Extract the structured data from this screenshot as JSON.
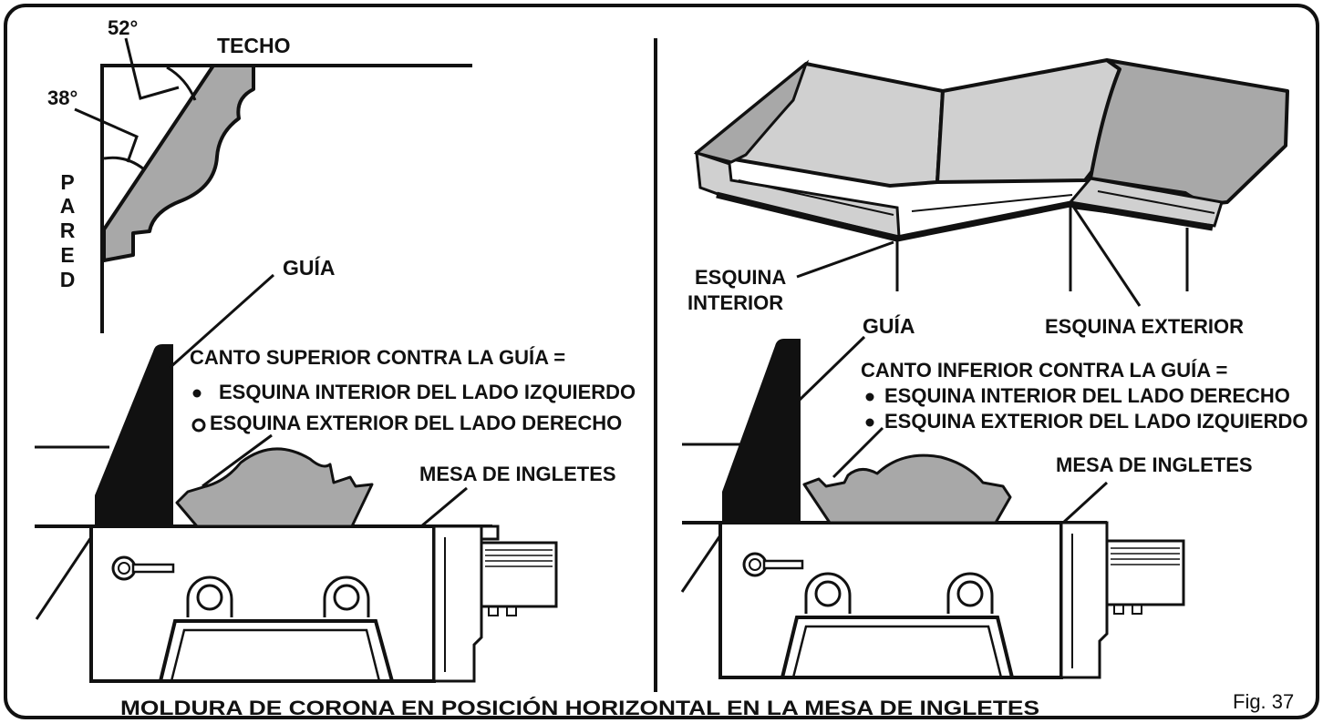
{
  "left": {
    "angle_top": "52°",
    "angle_side": "38°",
    "ceiling": "TECHO",
    "wall_letters": [
      "P",
      "A",
      "R",
      "E",
      "D"
    ],
    "fence": "GUÍA",
    "heading": "CANTO SUPERIOR CONTRA LA GUÍA =",
    "item1": "ESQUINA INTERIOR DEL LADO IZQUIERDO",
    "item2": "ESQUINA EXTERIOR DEL LADO DERECHO",
    "table": "MESA DE INGLETES"
  },
  "right": {
    "inside_corner_1": "ESQUINA",
    "inside_corner_2": "INTERIOR",
    "outside_corner": "ESQUINA EXTERIOR",
    "fence": "GUÍA",
    "heading": "CANTO INFERIOR CONTRA LA GUÍA =",
    "item1": "ESQUINA INTERIOR DEL LADO DERECHO",
    "item2": "ESQUINA EXTERIOR DEL LADO IZQUIERDO",
    "table": "MESA DE INGLETES"
  },
  "caption": "MOLDURA DE CORONA EN POSICIÓN HORIZONTAL EN LA MESA DE INGLETES",
  "figure_label": "Fig. 37",
  "colors": {
    "ink": "#111111",
    "molding_gray": "#a8a8a8",
    "molding_light": "#cfcfcf",
    "background": "#ffffff"
  }
}
